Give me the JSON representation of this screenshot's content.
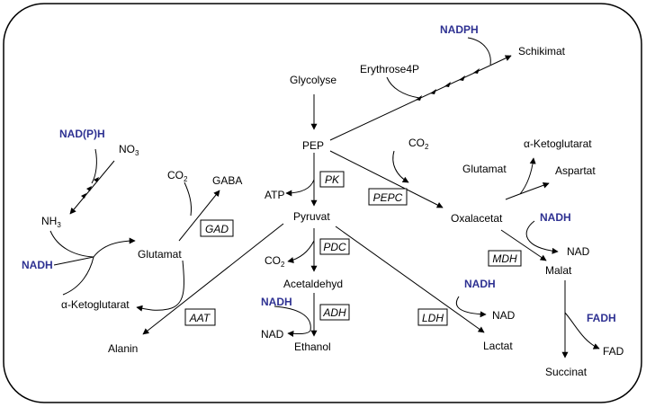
{
  "metabolites": {
    "glycolyse": "Glycolyse",
    "erythrose4p": "Erythrose4P",
    "schikimat": "Schikimat",
    "pep": "PEP",
    "co2": "CO",
    "co2_sub": "2",
    "atp": "ATP",
    "pyruvat": "Pyruvat",
    "acetaldehyd": "Acetaldehyd",
    "nad": "NAD",
    "ethanol": "Ethanol",
    "lactat": "Lactat",
    "oxalacetat": "Oxalacetat",
    "malat": "Malat",
    "succinat": "Succinat",
    "fad": "FAD",
    "alpha_ketoglutarat": "α-Ketoglutarat",
    "glutamat": "Glutamat",
    "aspartat": "Aspartat",
    "gaba": "GABA",
    "alanin": "Alanin",
    "no3": "NO",
    "no3_sub": "3",
    "nh3": "NH",
    "nh3_sub": "3"
  },
  "cofactors": {
    "nadph": "NADPH",
    "nadph_paren": "NAD(P)H",
    "nadh": "NADH",
    "fadh": "FADH"
  },
  "enzymes": {
    "pk": "PK",
    "pepc": "PEPC",
    "gad": "GAD",
    "aat": "AAT",
    "pdc": "PDC",
    "adh": "ADH",
    "ldh": "LDH",
    "mdh": "MDH"
  },
  "colors": {
    "cofactor": "#2e3192",
    "line": "#000000",
    "frame": "#000000"
  }
}
